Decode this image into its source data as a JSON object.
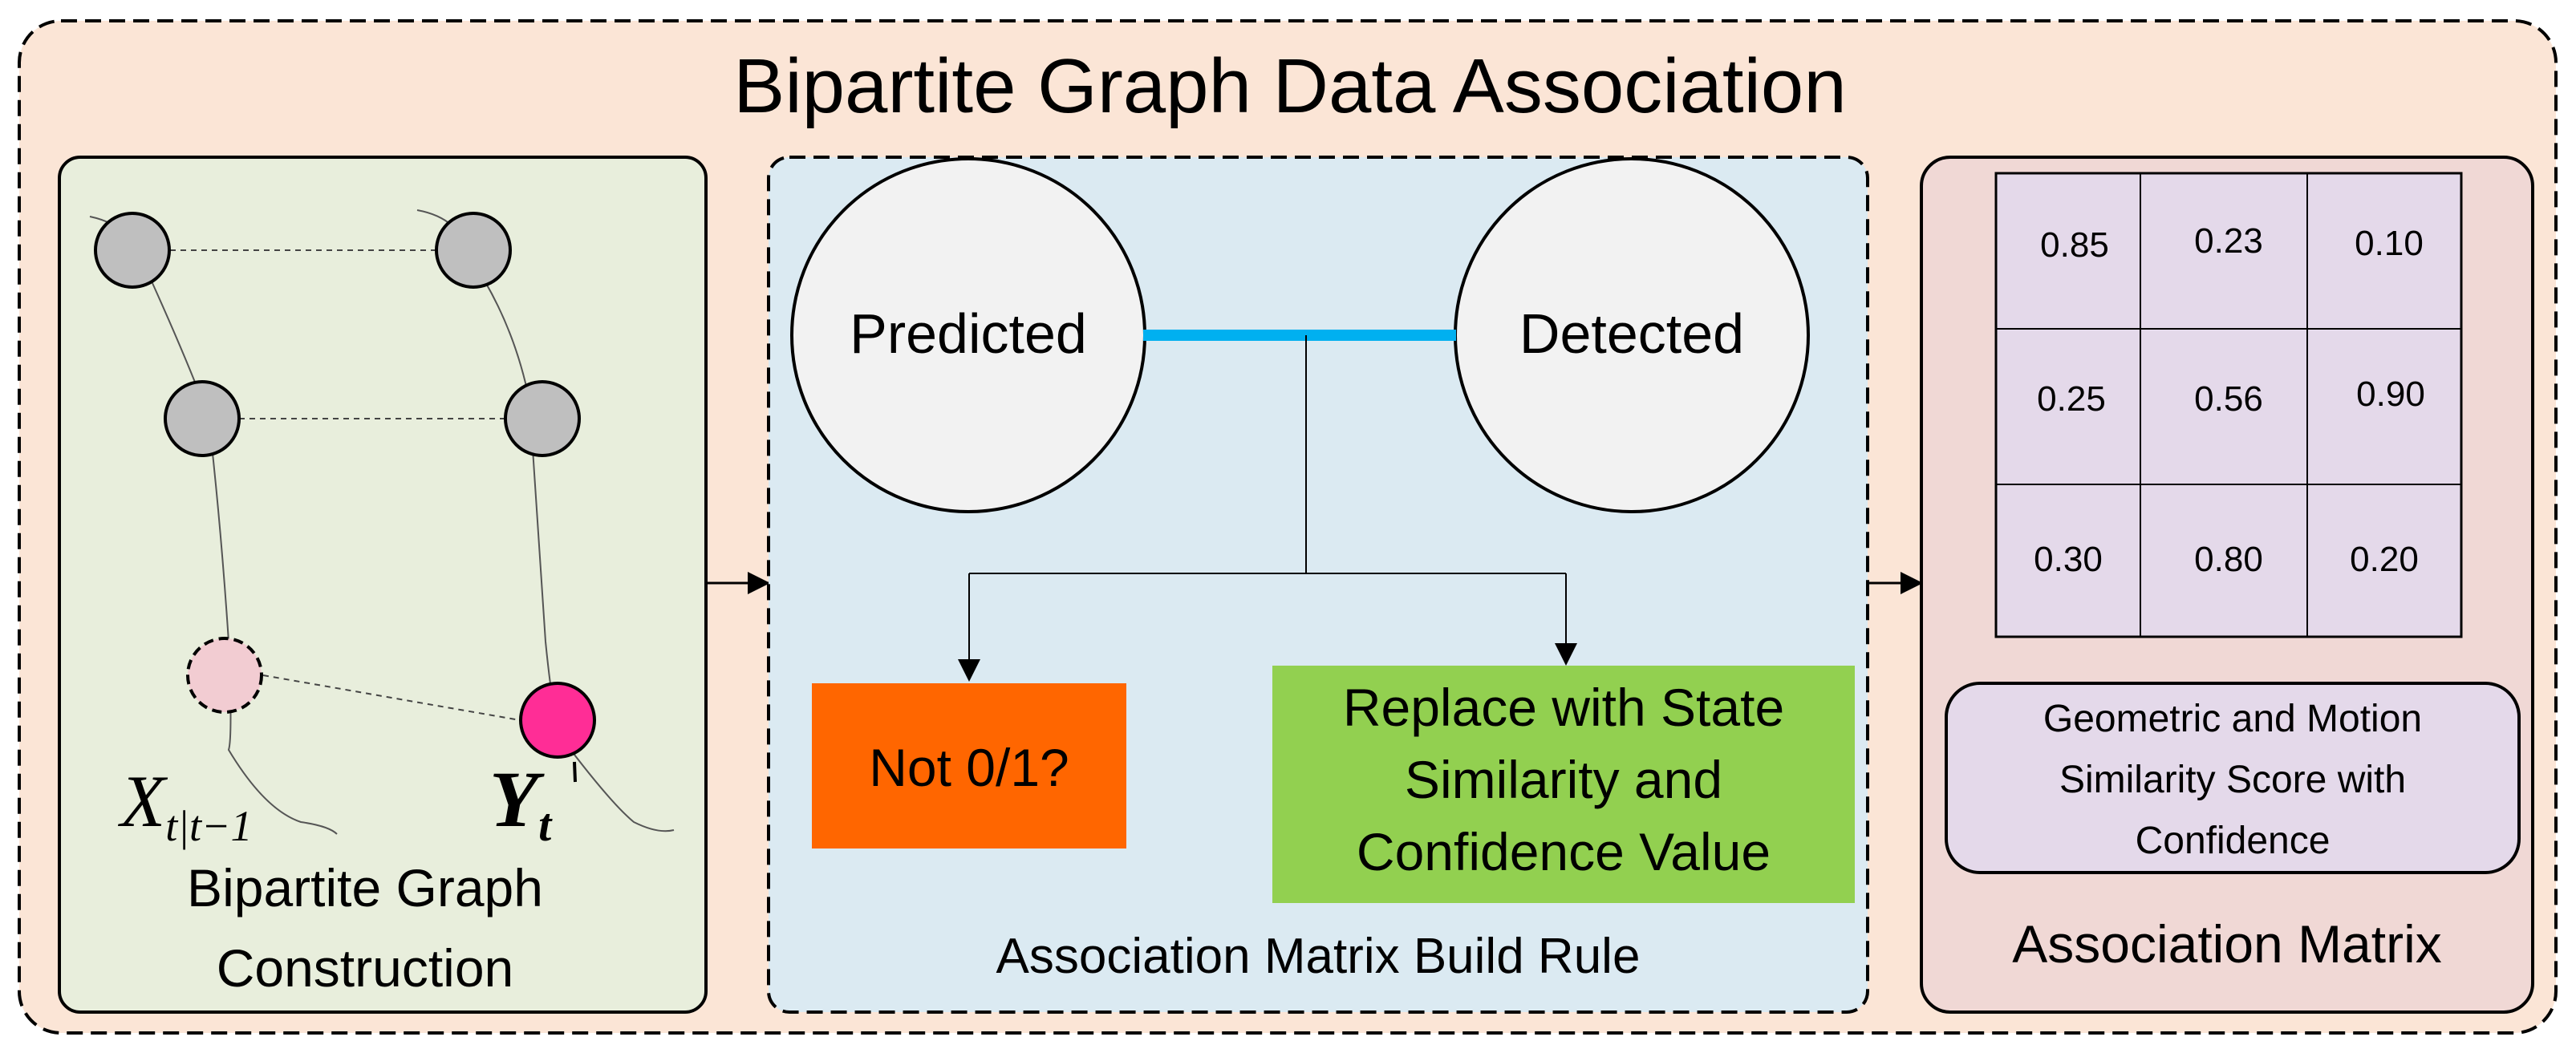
{
  "title": "Bipartite Graph Data Association",
  "colors": {
    "outer_bg": "#fbe5d6",
    "left_panel_bg": "#e8eedc",
    "center_panel_bg": "#dbeaf2",
    "right_panel_bg": "#f0d8d5",
    "node_gray": "#bfbfbf",
    "node_pink_light": "#f2ccd2",
    "node_magenta": "#ff2d96",
    "edge_blue": "#00b0f0",
    "decision_orange": "#ff6600",
    "action_green": "#92d050",
    "matrix_bg": "#e4d9ea",
    "note_bg": "#e4d9ea"
  },
  "left_panel": {
    "label_x": "X",
    "label_x_sub": "t|t−1",
    "label_y": "Y",
    "label_y_sub": "t",
    "caption_line1": "Bipartite Graph",
    "caption_line2": "Construction"
  },
  "center_panel": {
    "node_left": "Predicted",
    "node_right": "Detected",
    "decision": "Not 0/1?",
    "action_line1": "Replace with State",
    "action_line2": "Similarity and",
    "action_line3": "Confidence Value",
    "caption": "Association Matrix Build Rule"
  },
  "right_panel": {
    "matrix": [
      [
        "0.85",
        "0.23",
        "0.10"
      ],
      [
        "0.25",
        "0.56",
        "0.90"
      ],
      [
        "0.30",
        "0.80",
        "0.20"
      ]
    ],
    "note_line1": "Geometric and Motion",
    "note_line2": "Similarity Score with",
    "note_line3": "Confidence",
    "caption": "Association Matrix"
  }
}
